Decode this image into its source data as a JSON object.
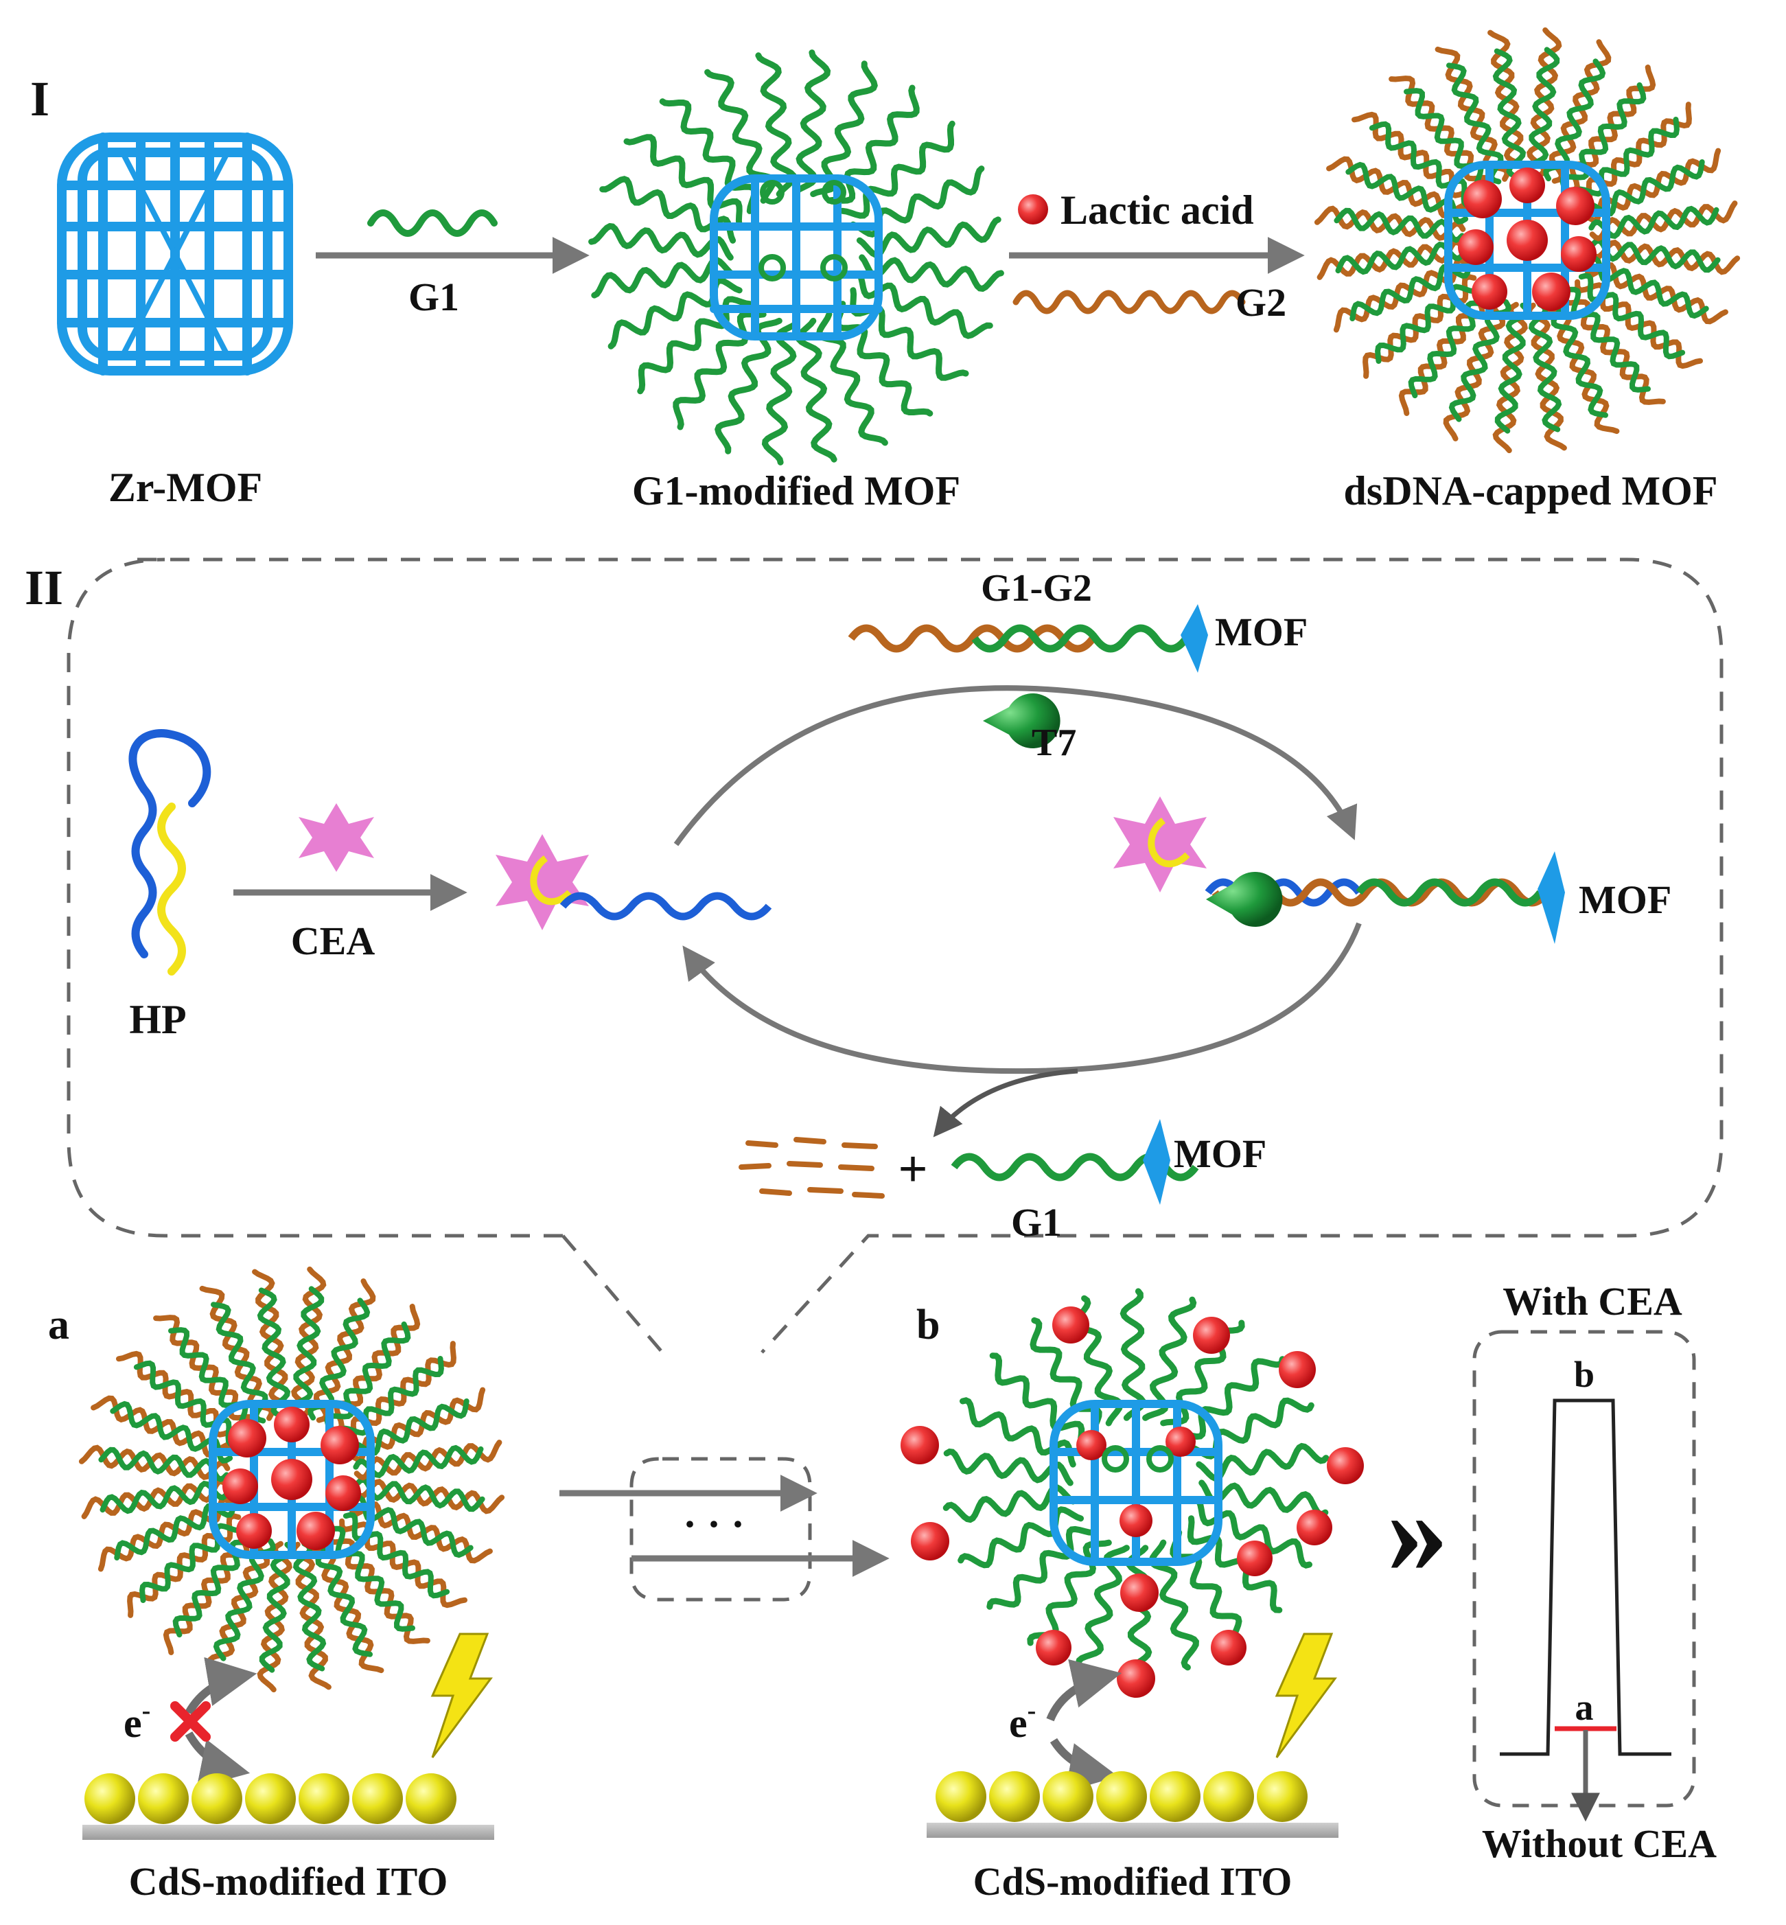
{
  "panels": {
    "I": {
      "label": "I"
    },
    "II": {
      "label": "II"
    }
  },
  "part_I": {
    "mof_label": "Zr-MOF",
    "g1_label": "G1",
    "g1_modified_label": "G1-modified MOF",
    "lactic_acid_label": "Lactic acid",
    "g2_label": "G2",
    "dsdna_label": "dsDNA-capped MOF"
  },
  "part_II": {
    "g1g2_label": "G1-G2",
    "mof_top": "MOF",
    "t7_label": "T7",
    "cea_label": "CEA",
    "hp_label": "HP",
    "mof_right": "MOF",
    "mof_bottom": "MOF",
    "g1_bottom": "G1",
    "plus": "+"
  },
  "bottom": {
    "label_a": "a",
    "label_b": "b",
    "electron_a": "e",
    "electron_b": "e",
    "electron_sup": "-",
    "ellipsis": "· · ·",
    "chevron": "»",
    "substrate_a": "CdS-modified ITO",
    "substrate_b": "CdS-modified ITO",
    "with_cea": "With CEA",
    "without_cea": "Without CEA",
    "trace_b": "b",
    "trace_a": "a"
  },
  "colors": {
    "mof_blue": "#1e9be6",
    "g1_green": "#1f9a3c",
    "g2_brown": "#b8651e",
    "lactic_red": "#e8242c",
    "hp_yellow": "#f2e21a",
    "hp_blue": "#1d5fd6",
    "cea_pink": "#e77fd2",
    "cds_yellow": "#e5e21a",
    "arrow_gray": "#777777"
  }
}
